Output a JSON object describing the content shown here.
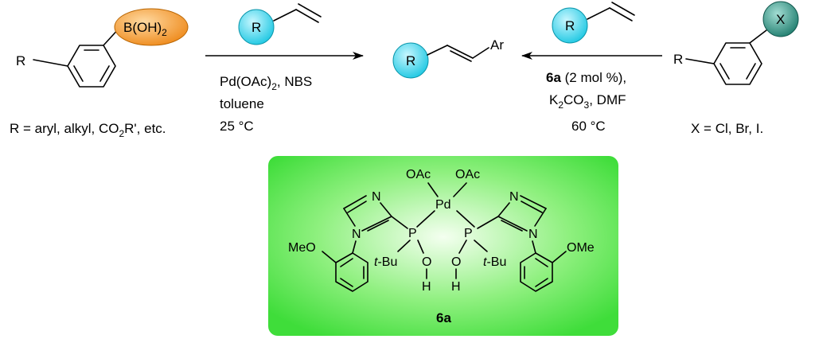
{
  "left_reactant": {
    "substituent": "R",
    "boron_group": "B(OH)",
    "boron_subscript": "2",
    "note_prefix": "R = aryl, alkyl, CO",
    "note_sub": "2",
    "note_suffix": "R', etc."
  },
  "alkene_badge": "R",
  "product": {
    "badge": "R",
    "group": "Ar"
  },
  "left_conditions": {
    "line1_main": "Pd(OAc)",
    "line1_sub": "2",
    "line1_tail": ", NBS",
    "line2": "toluene",
    "line3": "25 °C"
  },
  "right_conditions": {
    "catalyst_bold": "6a",
    "catalyst_loading": " (2 mol %),",
    "base_main": "K",
    "base_sub1": "2",
    "base_mid": "CO",
    "base_sub2": "3",
    "base_tail": ", DMF",
    "temp": "60 °C"
  },
  "right_reactant": {
    "substituent": "R",
    "halide_badge": "X",
    "note": "X = Cl, Br, I."
  },
  "catalyst": {
    "label": "6a",
    "metal": "Pd",
    "acetate": "OAc",
    "phosphorus": "P",
    "oxygen": "O",
    "hydrogen": "H",
    "tbu_prefix": "t",
    "tbu_suffix": "-Bu",
    "nitrogen": "N",
    "methoxy_left": "MeO",
    "methoxy_right": "OMe"
  },
  "colors": {
    "boron_badge": "#f4a13a",
    "alkene_badge": "#38d6ea",
    "halide_badge": "#2f8f80",
    "catalyst_box": "#4ee64b"
  }
}
